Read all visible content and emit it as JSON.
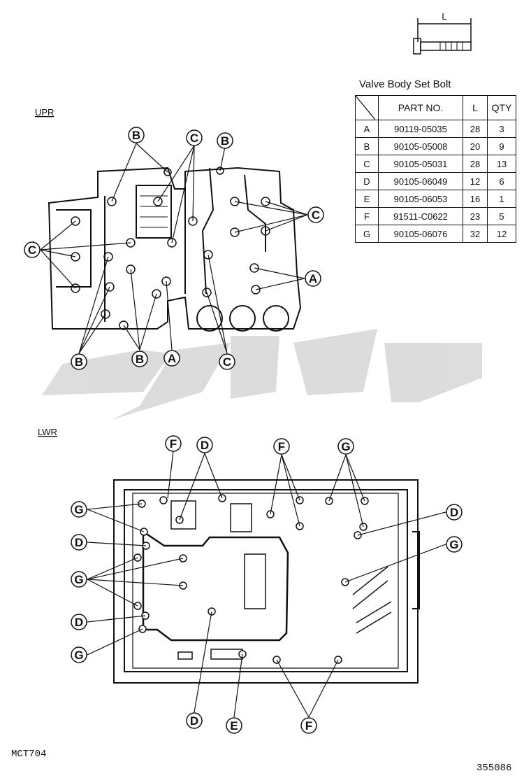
{
  "upper": {
    "label": "UPR",
    "callouts": [
      "B",
      "C",
      "B",
      "C",
      "C",
      "A",
      "B",
      "B",
      "A",
      "C"
    ]
  },
  "lower": {
    "label": "LWR",
    "callouts": [
      "F",
      "D",
      "F",
      "G",
      "G",
      "D",
      "D",
      "G",
      "G",
      "D",
      "G",
      "D",
      "E",
      "F"
    ]
  },
  "bolt_table": {
    "title": "Valve Body Set Bolt",
    "headers": [
      "PART NO.",
      "L",
      "QTY"
    ],
    "rows": [
      {
        "code": "A",
        "part": "90119-05035",
        "length": "28",
        "qty": "3"
      },
      {
        "code": "B",
        "part": "90105-05008",
        "length": "20",
        "qty": "9"
      },
      {
        "code": "C",
        "part": "90105-05031",
        "length": "28",
        "qty": "13"
      },
      {
        "code": "D",
        "part": "90105-06049",
        "length": "12",
        "qty": "6"
      },
      {
        "code": "E",
        "part": "90105-06053",
        "length": "16",
        "qty": "1"
      },
      {
        "code": "F",
        "part": "91511-C0622",
        "length": "23",
        "qty": "5"
      },
      {
        "code": "G",
        "part": "90105-06076",
        "length": "32",
        "qty": "12"
      }
    ]
  },
  "bolt_icon_label": "L",
  "figure_code": "MCT704",
  "catalog_number": "355086"
}
